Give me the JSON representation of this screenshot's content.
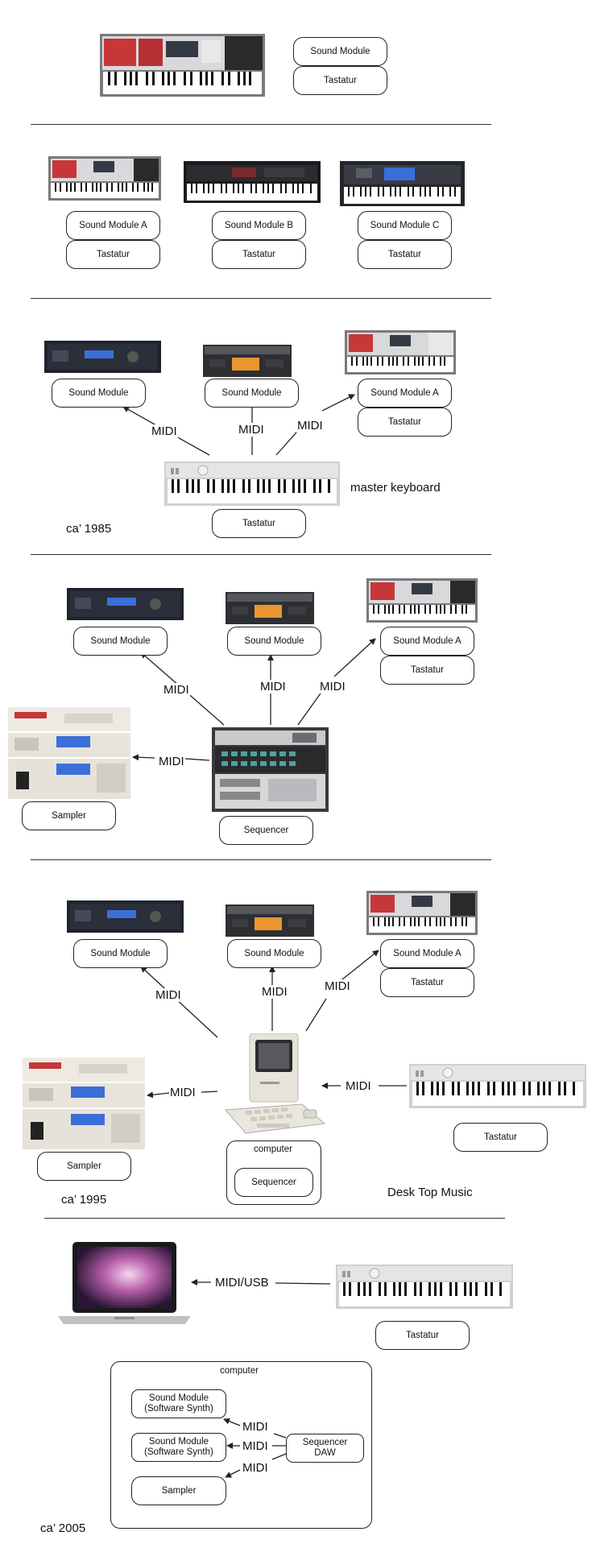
{
  "labels": {
    "sound_module": "Sound Module",
    "sound_module_a": "Sound Module A",
    "sound_module_b": "Sound Module B",
    "sound_module_c": "Sound Module C",
    "tastatur": "Tastatur",
    "midi": "MIDI",
    "midi_usb": "MIDI/USB",
    "sampler": "Sampler",
    "sequencer": "Sequencer",
    "computer": "computer",
    "master_keyboard": "master keyboard",
    "desk_top_music": "Desk Top Music",
    "software_synth_a": "Sound Module\n(Software Synth)",
    "software_synth_b": "Sound Module\n(Software Synth)",
    "sequencer_daw": "Sequencer\nDAW"
  },
  "eras": {
    "era_1985": "ca’ 1985",
    "era_1995": "ca’ 1995",
    "era_2005": "ca’ 2005"
  },
  "colors": {
    "synth_red": "#c7373a",
    "rack_dark": "#2b2f3a",
    "display_orange": "#e9962e",
    "display_blue": "#3b6fd8",
    "key_white": "#ffffff",
    "key_black": "#111111",
    "line": "#222222"
  }
}
